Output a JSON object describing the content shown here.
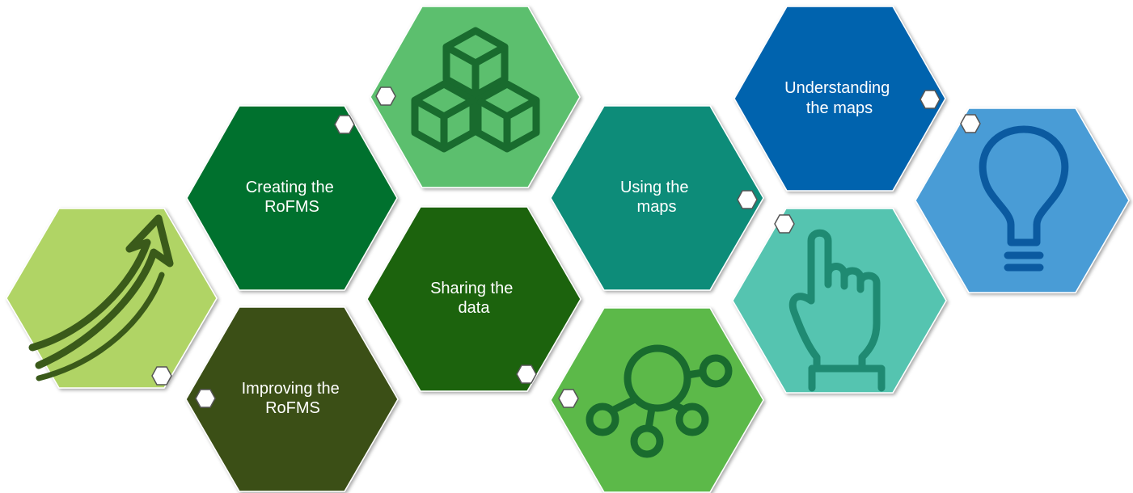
{
  "colors": {
    "background": "#ffffff",
    "hex_stroke": "#ffffff",
    "icon_stroke_light_green": "#3a5a1a",
    "icon_stroke_green": "#196b2e",
    "icon_stroke_teal": "#1f8a72",
    "icon_stroke_blue": "#0b5aa0",
    "badge_fill": "#ffffff",
    "badge_stroke": "#555555"
  },
  "hexagons": [
    {
      "id": "arrow",
      "icon": "upward-arrow-icon",
      "fill": "#b0d465",
      "label_lines": []
    },
    {
      "id": "creating",
      "icon": "",
      "fill": "#06712e",
      "label_lines": [
        "Creating the",
        "RoFMS"
      ]
    },
    {
      "id": "improving",
      "icon": "",
      "fill": "#3b4f16",
      "label_lines": [
        "Improving the",
        "RoFMS"
      ]
    },
    {
      "id": "cubes",
      "icon": "cubes-icon",
      "fill": "#5bbf6e",
      "label_lines": []
    },
    {
      "id": "sharing",
      "icon": "",
      "fill": "#1e6410",
      "label_lines": [
        "Sharing the",
        "data"
      ]
    },
    {
      "id": "network",
      "icon": "network-hub-icon",
      "fill": "#5bb94a",
      "label_lines": []
    },
    {
      "id": "using",
      "icon": "",
      "fill": "#0c8c79",
      "label_lines": [
        "Using the",
        "maps"
      ]
    },
    {
      "id": "hand",
      "icon": "pointing-hand-icon",
      "fill": "#55c4b0",
      "label_lines": []
    },
    {
      "id": "understanding",
      "icon": "",
      "fill": "#0663ae",
      "label_lines": [
        "Understanding",
        "the maps"
      ]
    },
    {
      "id": "bulb",
      "icon": "lightbulb-icon",
      "fill": "#4a9cd6",
      "label_lines": []
    }
  ]
}
